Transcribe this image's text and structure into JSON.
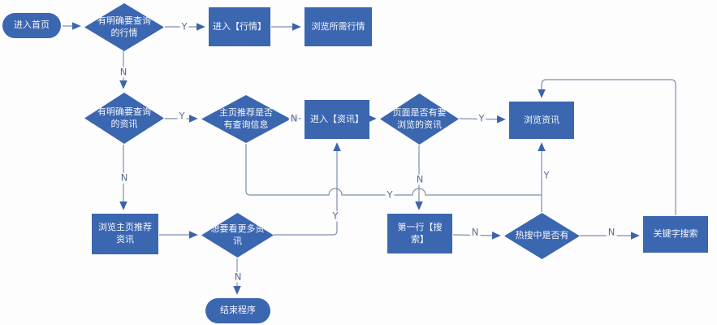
{
  "diagram": {
    "type": "flowchart",
    "language": "zh-CN",
    "colors": {
      "shape_fill": "#3b66b0",
      "shape_text": "#f6f8fc",
      "connector": "#7e8fae",
      "arrowhead": "#3c64ab",
      "edge_label_text": "#5d6e8b",
      "background": "#fdfdfe"
    },
    "nodes": {
      "start": {
        "label": "进入首页",
        "type": "terminator"
      },
      "has_quote_query": {
        "label": "有明确要查询\n的行情",
        "type": "decision"
      },
      "enter_market": {
        "label": "进入【行情】",
        "type": "process"
      },
      "browse_market": {
        "label": "浏览所需行情",
        "type": "process"
      },
      "has_news_query": {
        "label": "有明确要查询\n的资讯",
        "type": "decision"
      },
      "home_rec_has_info": {
        "label": "主页推荐是否\n有查询信息",
        "type": "decision"
      },
      "enter_news": {
        "label": "进入【资讯】",
        "type": "process"
      },
      "page_has_news": {
        "label": "页面是否有要\n浏览的资讯",
        "type": "decision"
      },
      "browse_news": {
        "label": "浏览资讯",
        "type": "process"
      },
      "browse_home_rec": {
        "label": "浏览主页推荐\n资讯",
        "type": "process"
      },
      "want_more_news": {
        "label": "想要看更多资\n讯",
        "type": "decision"
      },
      "end": {
        "label": "结束程序",
        "type": "terminator"
      },
      "first_row_search": {
        "label": "第一行【搜\n索】",
        "type": "process"
      },
      "hot_search_has": {
        "label": "热搜中是否有",
        "type": "decision"
      },
      "keyword_search": {
        "label": "关键字搜索",
        "type": "process"
      }
    },
    "edges": [
      {
        "from": "start",
        "to": "has_quote_query",
        "label": ""
      },
      {
        "from": "has_quote_query",
        "to": "enter_market",
        "label": "Y"
      },
      {
        "from": "enter_market",
        "to": "browse_market",
        "label": ""
      },
      {
        "from": "has_quote_query",
        "to": "has_news_query",
        "label": "N"
      },
      {
        "from": "has_news_query",
        "to": "home_rec_has_info",
        "label": "Y"
      },
      {
        "from": "home_rec_has_info",
        "to": "enter_news",
        "label": "N"
      },
      {
        "from": "enter_news",
        "to": "page_has_news",
        "label": ""
      },
      {
        "from": "page_has_news",
        "to": "browse_news",
        "label": "Y"
      },
      {
        "from": "has_news_query",
        "to": "browse_home_rec",
        "label": "N"
      },
      {
        "from": "browse_home_rec",
        "to": "want_more_news",
        "label": ""
      },
      {
        "from": "want_more_news",
        "to": "enter_news",
        "label": "Y"
      },
      {
        "from": "want_more_news",
        "to": "end",
        "label": "N"
      },
      {
        "from": "home_rec_has_info",
        "to": "browse_news",
        "label": "Y"
      },
      {
        "from": "page_has_news",
        "to": "first_row_search",
        "label": "N"
      },
      {
        "from": "first_row_search",
        "to": "hot_search_has",
        "label": "N"
      },
      {
        "from": "hot_search_has",
        "to": "keyword_search",
        "label": "N"
      },
      {
        "from": "hot_search_has",
        "to": "browse_news",
        "label": "Y"
      },
      {
        "from": "keyword_search",
        "to": "browse_news",
        "label": ""
      }
    ]
  }
}
